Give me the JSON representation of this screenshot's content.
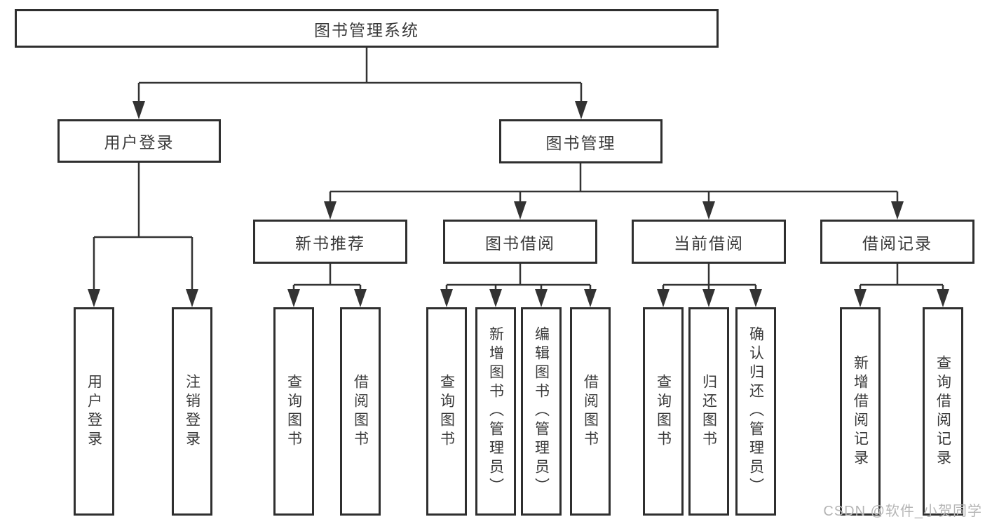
{
  "diagram_type": "hierarchy-tree",
  "nodes": {
    "root": "图书管理系统",
    "level2": [
      {
        "label": "用户登录"
      },
      {
        "label": "图书管理"
      }
    ],
    "level3": [
      {
        "label": "新书推荐",
        "parent": "图书管理"
      },
      {
        "label": "图书借阅",
        "parent": "图书管理"
      },
      {
        "label": "当前借阅",
        "parent": "图书管理"
      },
      {
        "label": "借阅记录",
        "parent": "图书管理"
      }
    ],
    "leaves": [
      {
        "label": "用户登录",
        "parent": "用户登录"
      },
      {
        "label": "注销登录",
        "parent": "用户登录"
      },
      {
        "label": "查询图书",
        "parent": "新书推荐"
      },
      {
        "label": "借阅图书",
        "parent": "新书推荐"
      },
      {
        "label": "查询图书",
        "parent": "图书借阅"
      },
      {
        "label": "新增图书（管理员）",
        "parent": "图书借阅"
      },
      {
        "label": "编辑图书（管理员）",
        "parent": "图书借阅"
      },
      {
        "label": "借阅图书",
        "parent": "图书借阅"
      },
      {
        "label": "查询图书",
        "parent": "当前借阅"
      },
      {
        "label": "归还图书",
        "parent": "当前借阅"
      },
      {
        "label": "确认归还（管理员）",
        "parent": "当前借阅"
      },
      {
        "label": "新增借阅记录",
        "parent": "借阅记录"
      },
      {
        "label": "查询借阅记录",
        "parent": "借阅记录"
      }
    ]
  },
  "watermark": "CSDN @软件_小贺同学",
  "colors": {
    "line": "#333333",
    "border": "#2f2f2f",
    "text": "#3a3a3a",
    "watermark": "#b5b5b5",
    "background": "#ffffff"
  }
}
